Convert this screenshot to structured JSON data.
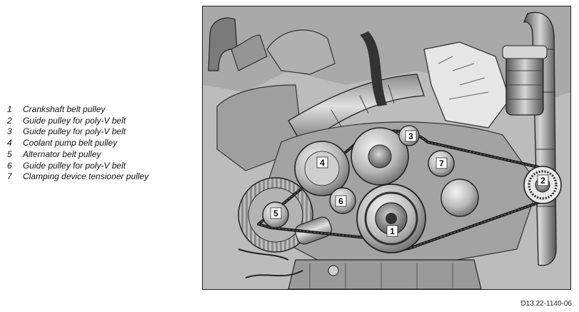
{
  "legend": {
    "items": [
      {
        "number": "1",
        "text": "Crankshaft belt pulley"
      },
      {
        "number": "2",
        "text": "Guide pulley for poly-V belt"
      },
      {
        "number": "3",
        "text": "Guide pulley for poly-V belt"
      },
      {
        "number": "4",
        "text": "Coolant pump belt pulley"
      },
      {
        "number": "5",
        "text": "Alternator belt pulley"
      },
      {
        "number": "6",
        "text": "Guide pulley for poly-V belt"
      },
      {
        "number": "7",
        "text": "Clamping device tensioner pulley"
      }
    ]
  },
  "figure": {
    "callouts": [
      "1",
      "2",
      "3",
      "4",
      "5",
      "6",
      "7"
    ]
  },
  "document_code": "D13.22-1140-06"
}
